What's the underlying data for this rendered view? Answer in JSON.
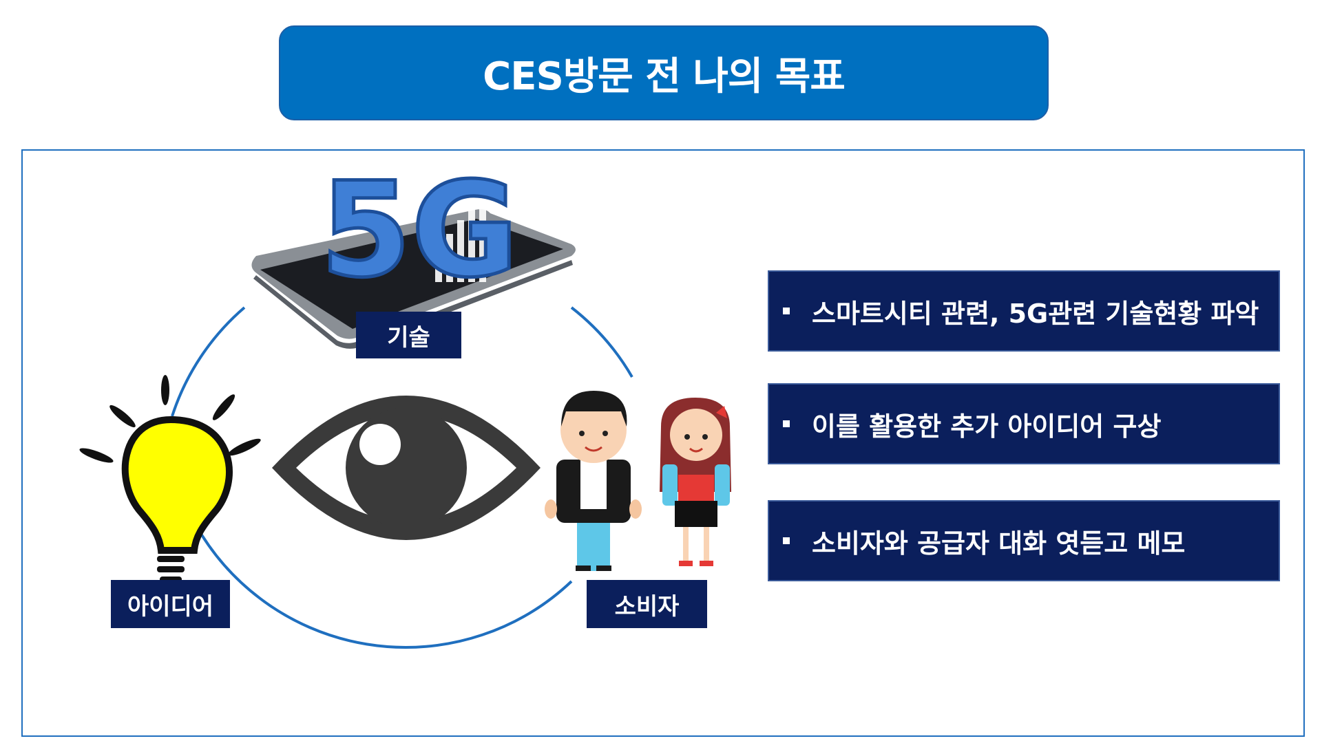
{
  "title": "CES방문 전 나의 목표",
  "labels": {
    "tech": "기술",
    "idea": "아이디어",
    "consumer": "소비자"
  },
  "phone_graphic_text": "5G",
  "goals": [
    "스마트시티 관련, 5G관련 기술현황 파악",
    "이를 활용한 추가 아이디어 구상",
    "소비자와 공급자 대화 엿듣고 메모"
  ],
  "colors": {
    "banner": "#0070C0",
    "box": "#0B1F5C",
    "circle": "#1F6FBF",
    "bulb": "#FFFF00",
    "eye": "#3A3A3A"
  },
  "icons": [
    "smartphone-5g-icon",
    "lightbulb-icon",
    "eye-icon",
    "boy-icon",
    "girl-icon"
  ]
}
